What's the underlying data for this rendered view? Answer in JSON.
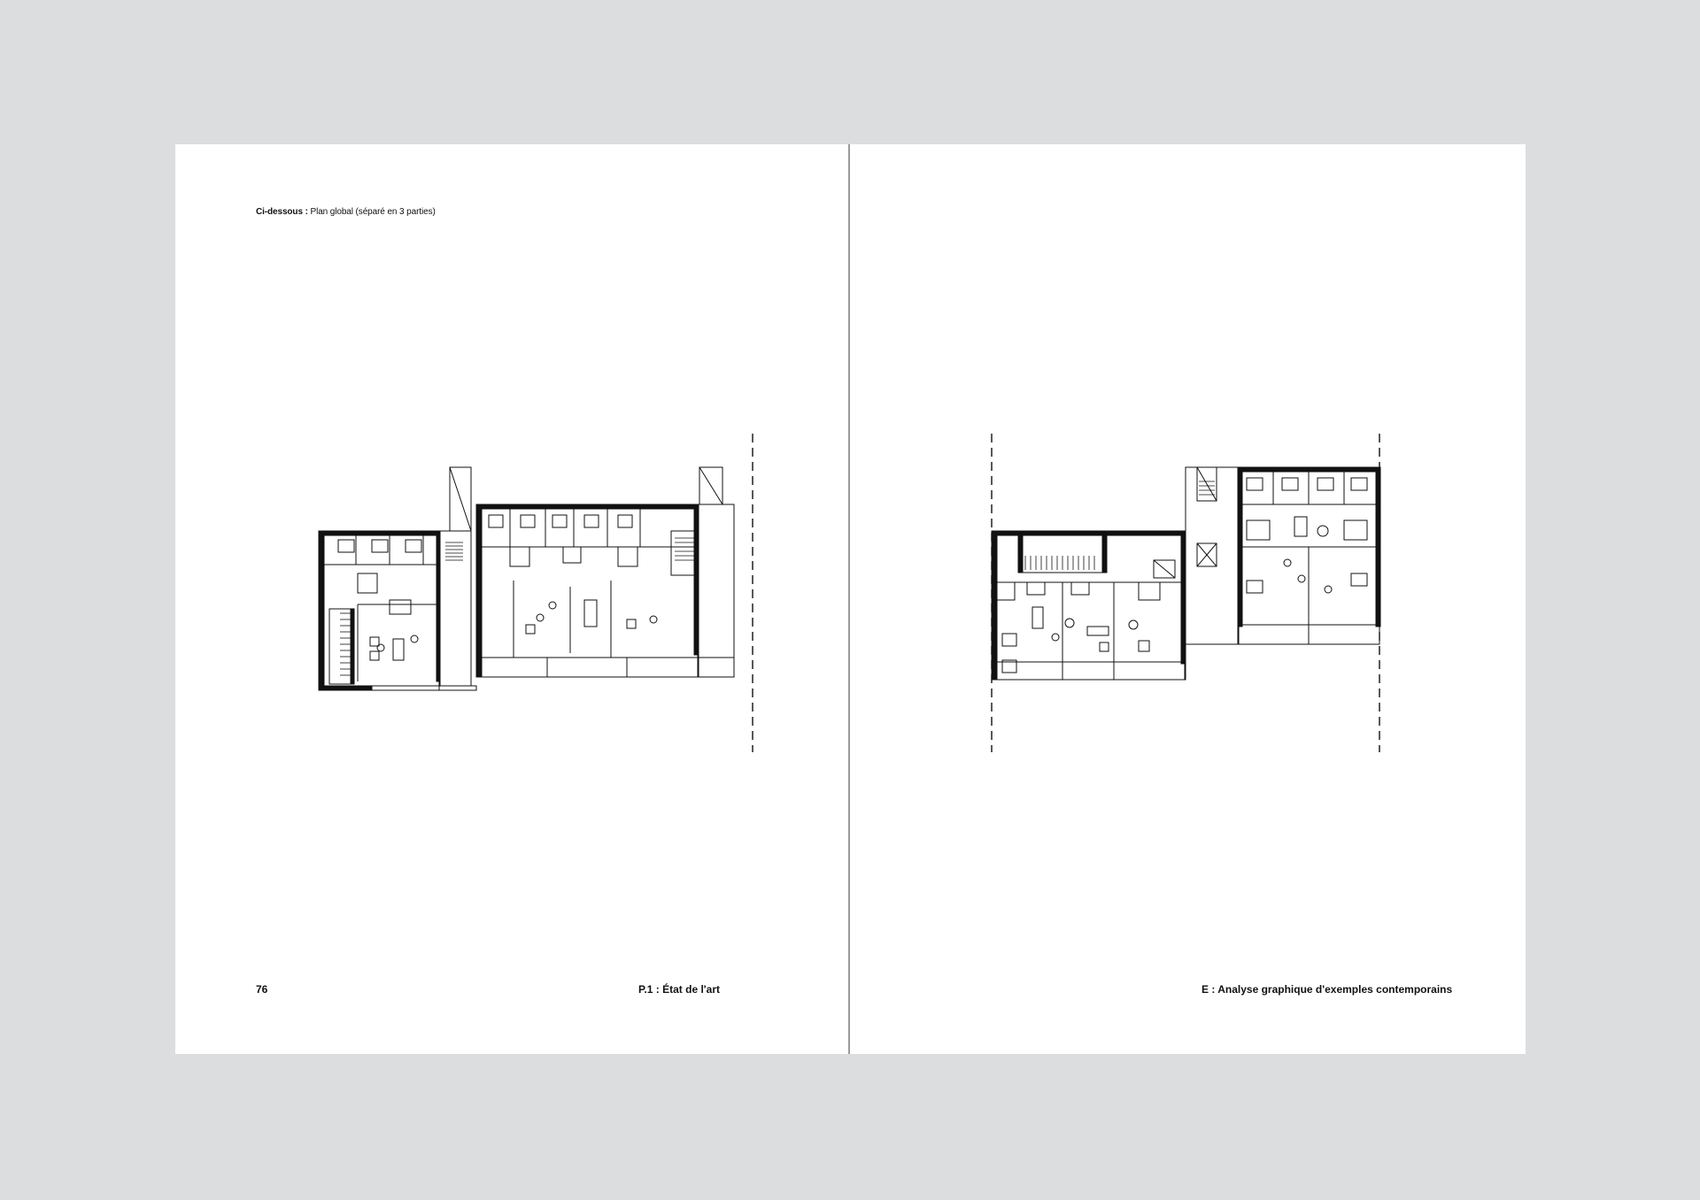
{
  "left_page": {
    "caption_lead": "Ci-dessous :",
    "caption_text": "Plan global (séparé en 3 parties)",
    "page_number": "76",
    "section_title": "P.1 : État de l'art"
  },
  "right_page": {
    "section_title": "E : Analyse graphique d'exemples contemporains"
  },
  "colors": {
    "background": "#dcdddf",
    "paper": "#ffffff",
    "ink": "#111111"
  }
}
